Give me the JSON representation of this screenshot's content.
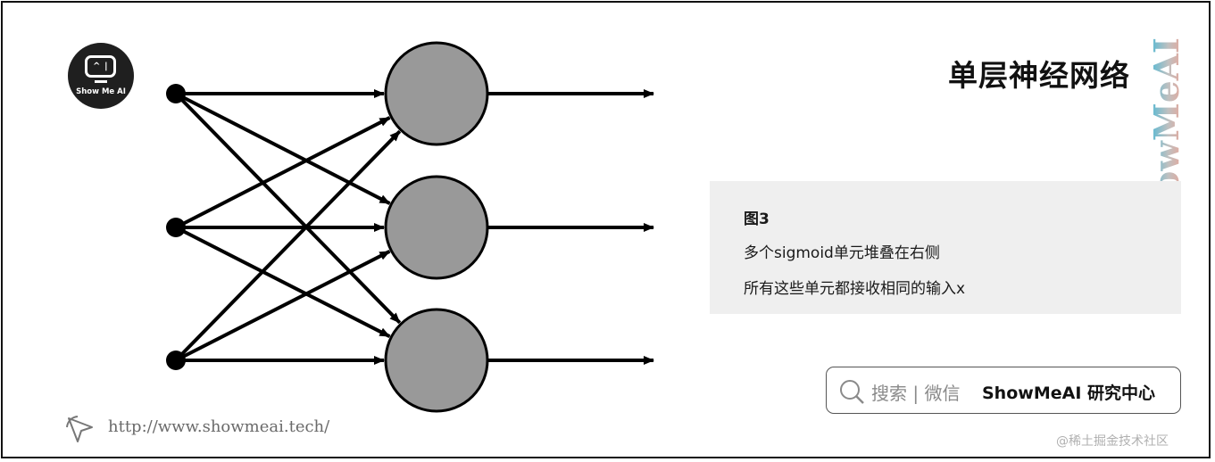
{
  "logo": {
    "text": "Show Me AI"
  },
  "title": "单层神经网络",
  "watermark": "ShowMeAI",
  "caption": {
    "label": "图3",
    "line1": "多个sigmoid单元堆叠在右侧",
    "line2": "所有这些单元都接收相同的输入x"
  },
  "search": {
    "hint": "搜索 | 微信",
    "brand": "ShowMeAI 研究中心"
  },
  "footer": {
    "url": "http://www.showmeai.tech/"
  },
  "credit": "@稀土掘金技术社区",
  "network": {
    "input_nodes": 3,
    "neurons": 3,
    "connections": "fully-connected",
    "colors": {
      "neuron_fill": "#999999",
      "stroke": "#000000"
    }
  }
}
